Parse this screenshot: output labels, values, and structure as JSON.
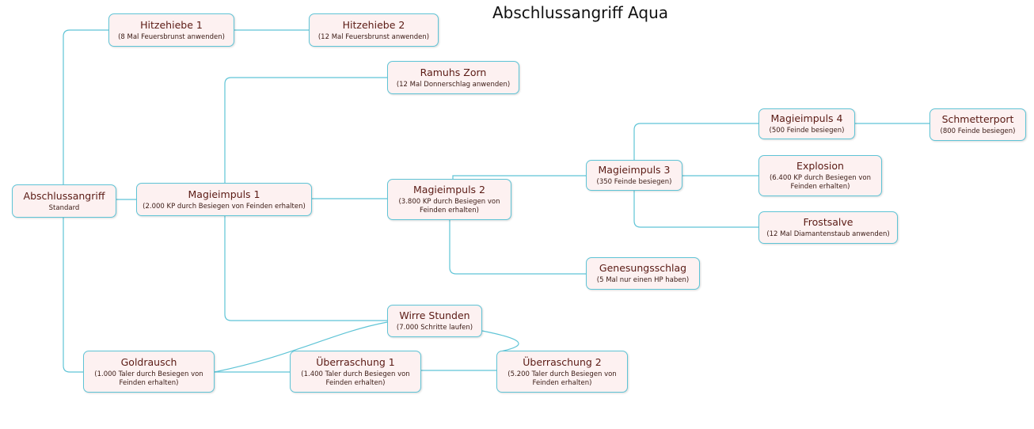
{
  "title": "Abschlussangriff Aqua",
  "colors": {
    "line": "#5fc4d6",
    "node_fill": "#fdf1f1",
    "node_border": "#5fc4d6",
    "text": "#5a1a14"
  },
  "nodes": [
    {
      "id": "abschluss",
      "title": "Abschlussangriff",
      "sub": "Standard"
    },
    {
      "id": "hitze1",
      "title": "Hitzehiebe 1",
      "sub": "(8 Mal Feuersbrunst anwenden)"
    },
    {
      "id": "hitze2",
      "title": "Hitzehiebe 2",
      "sub": "(12 Mal Feuersbrunst anwenden)"
    },
    {
      "id": "ramuh",
      "title": "Ramuhs Zorn",
      "sub": "(12 Mal Donnerschlag anwenden)"
    },
    {
      "id": "mi1",
      "title": "Magieimpuls 1",
      "sub": "(2.000 KP durch Besiegen von Feinden erhalten)"
    },
    {
      "id": "mi2",
      "title": "Magieimpuls 2",
      "sub": "(3.800 KP durch Besiegen von Feinden erhalten)"
    },
    {
      "id": "mi3",
      "title": "Magieimpuls 3",
      "sub": "(350 Feinde besiegen)"
    },
    {
      "id": "mi4",
      "title": "Magieimpuls 4",
      "sub": "(500 Feinde besiegen)"
    },
    {
      "id": "schmetter",
      "title": "Schmetterport",
      "sub": "(800 Feinde besiegen)"
    },
    {
      "id": "explosion",
      "title": "Explosion",
      "sub": "(6.400 KP durch Besiegen von Feinden erhalten)"
    },
    {
      "id": "frost",
      "title": "Frostsalve",
      "sub": "(12 Mal Diamantenstaub anwenden)"
    },
    {
      "id": "genesung",
      "title": "Genesungsschlag",
      "sub": "(5 Mal nur einen HP haben)"
    },
    {
      "id": "wirre",
      "title": "Wirre Stunden",
      "sub": "(7.000 Schritte laufen)"
    },
    {
      "id": "gold",
      "title": "Goldrausch",
      "sub": "(1.000 Taler durch Besiegen von Feinden erhalten)"
    },
    {
      "id": "ueber1",
      "title": "Überraschung 1",
      "sub": "(1.400 Taler durch Besiegen von Feinden erhalten)"
    },
    {
      "id": "ueber2",
      "title": "Überraschung 2",
      "sub": "(5.200 Taler durch Besiegen von Feinden erhalten)"
    }
  ]
}
